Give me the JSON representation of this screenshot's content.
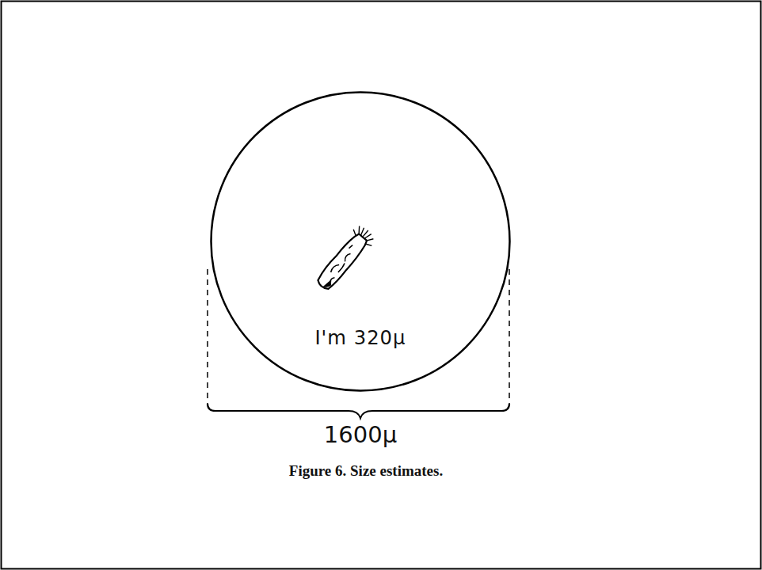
{
  "diagram": {
    "caption": "Figure 6. Size estimates.",
    "nodes": [
      {
        "text": [
          "I'm 320μ"
        ]
      }
    ],
    "labels": [
      "1600μ"
    ]
  }
}
